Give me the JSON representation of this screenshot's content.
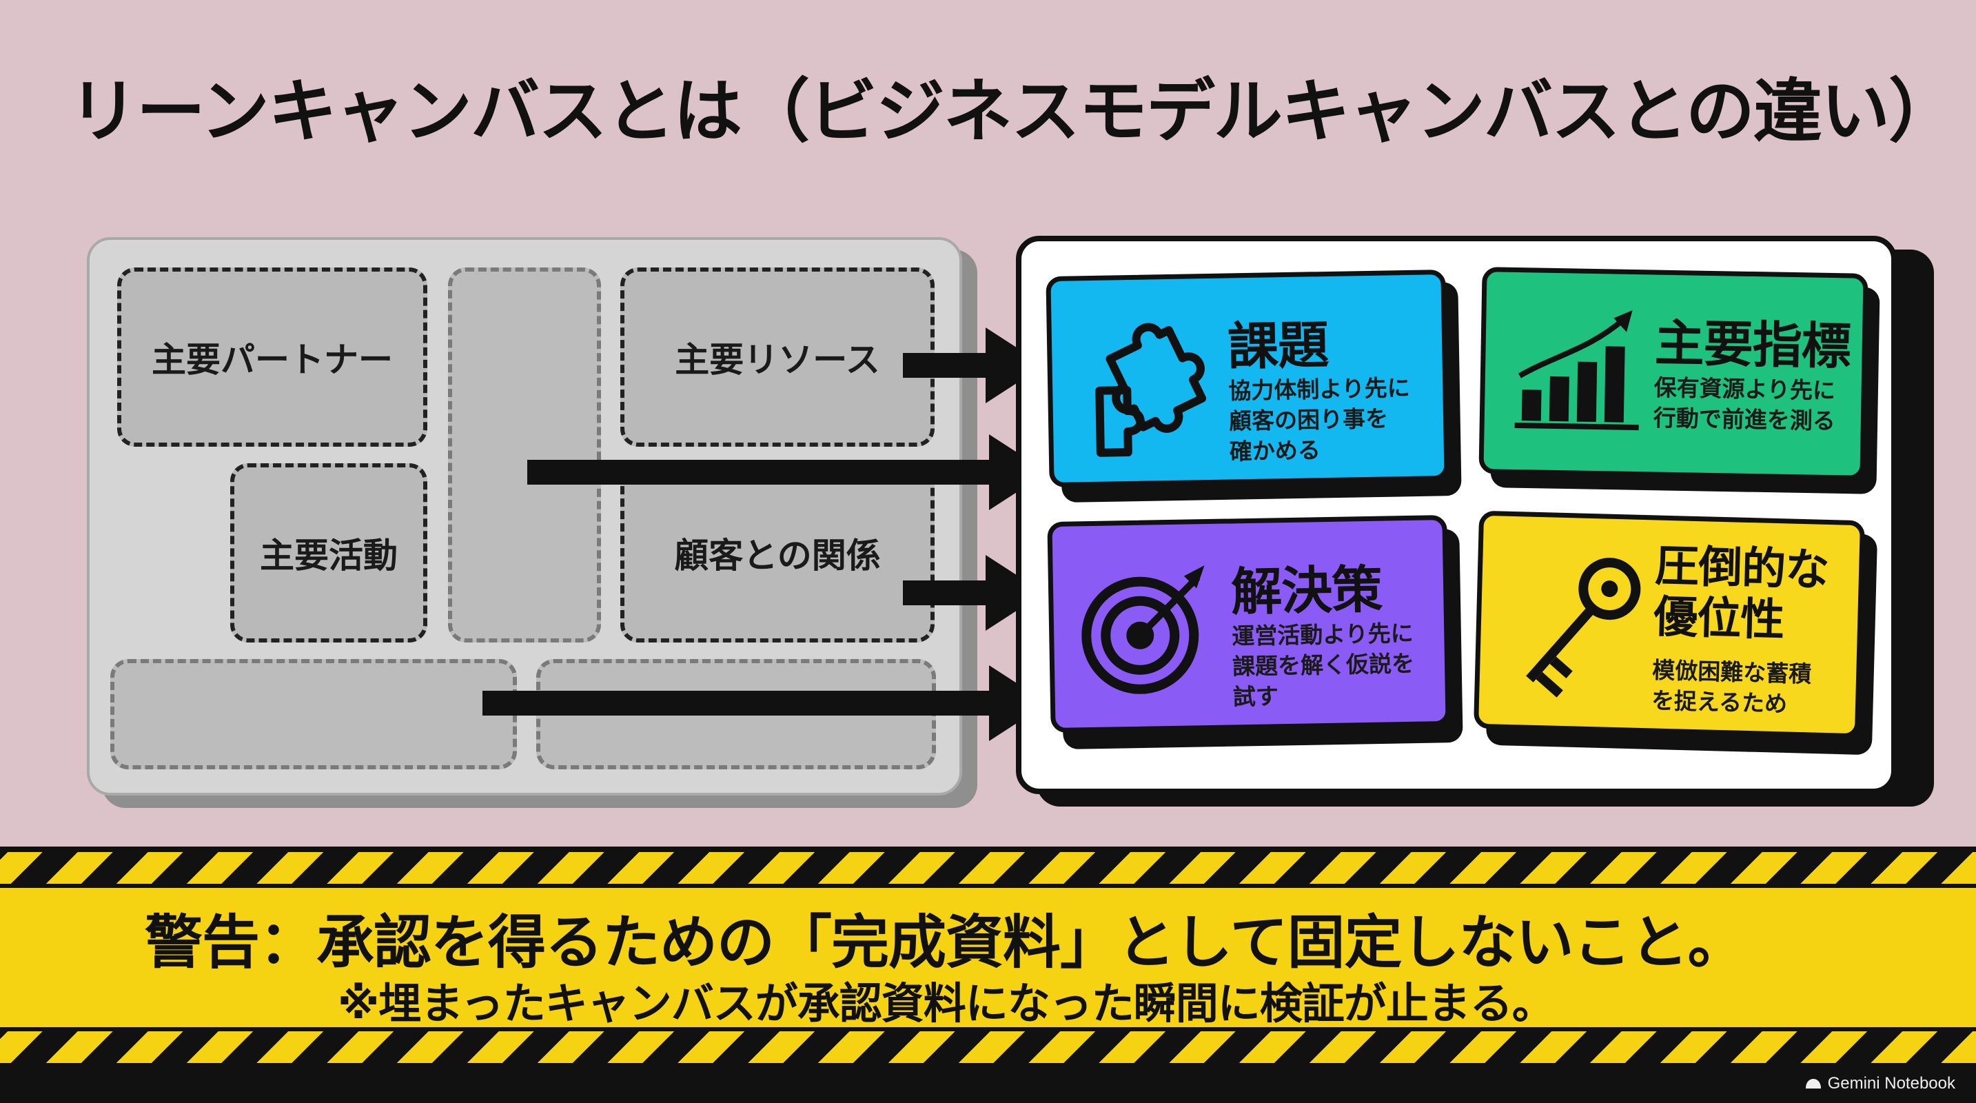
{
  "title": "リーンキャンバスとは（ビジネスモデルキャンバスとの違い）",
  "bmc": {
    "partners": "主要パートナー",
    "resources": "主要リソース",
    "activities": "主要活動",
    "relationships": "顧客との関係"
  },
  "lean": {
    "problem": {
      "title": "課題",
      "desc": [
        "協力体制より先に",
        "顧客の困り事を",
        "確かめる"
      ],
      "color": "#14b8f0",
      "icon": "puzzle-icon"
    },
    "metrics": {
      "title": "主要指標",
      "desc": [
        "保有資源より先に",
        "行動で前進を測る"
      ],
      "color": "#1ec27e",
      "icon": "growth-chart-icon"
    },
    "solution": {
      "title": "解決策",
      "desc": [
        "運営活動より先に",
        "課題を解く仮説を",
        "試す"
      ],
      "color": "#8a5cf5",
      "icon": "target-icon"
    },
    "advantage": {
      "title": [
        "圧倒的な",
        "優位性"
      ],
      "desc": [
        "模倣困難な蓄積",
        "を捉えるため"
      ],
      "color": "#f7d81c",
      "icon": "key-icon"
    }
  },
  "warning": {
    "main": "警告：承認を得るための「完成資料」として固定しないこと。",
    "note": "※埋まったキャンバスが承認資料になった瞬間に検証が止まる。"
  },
  "brand": "Gemini Notebook"
}
